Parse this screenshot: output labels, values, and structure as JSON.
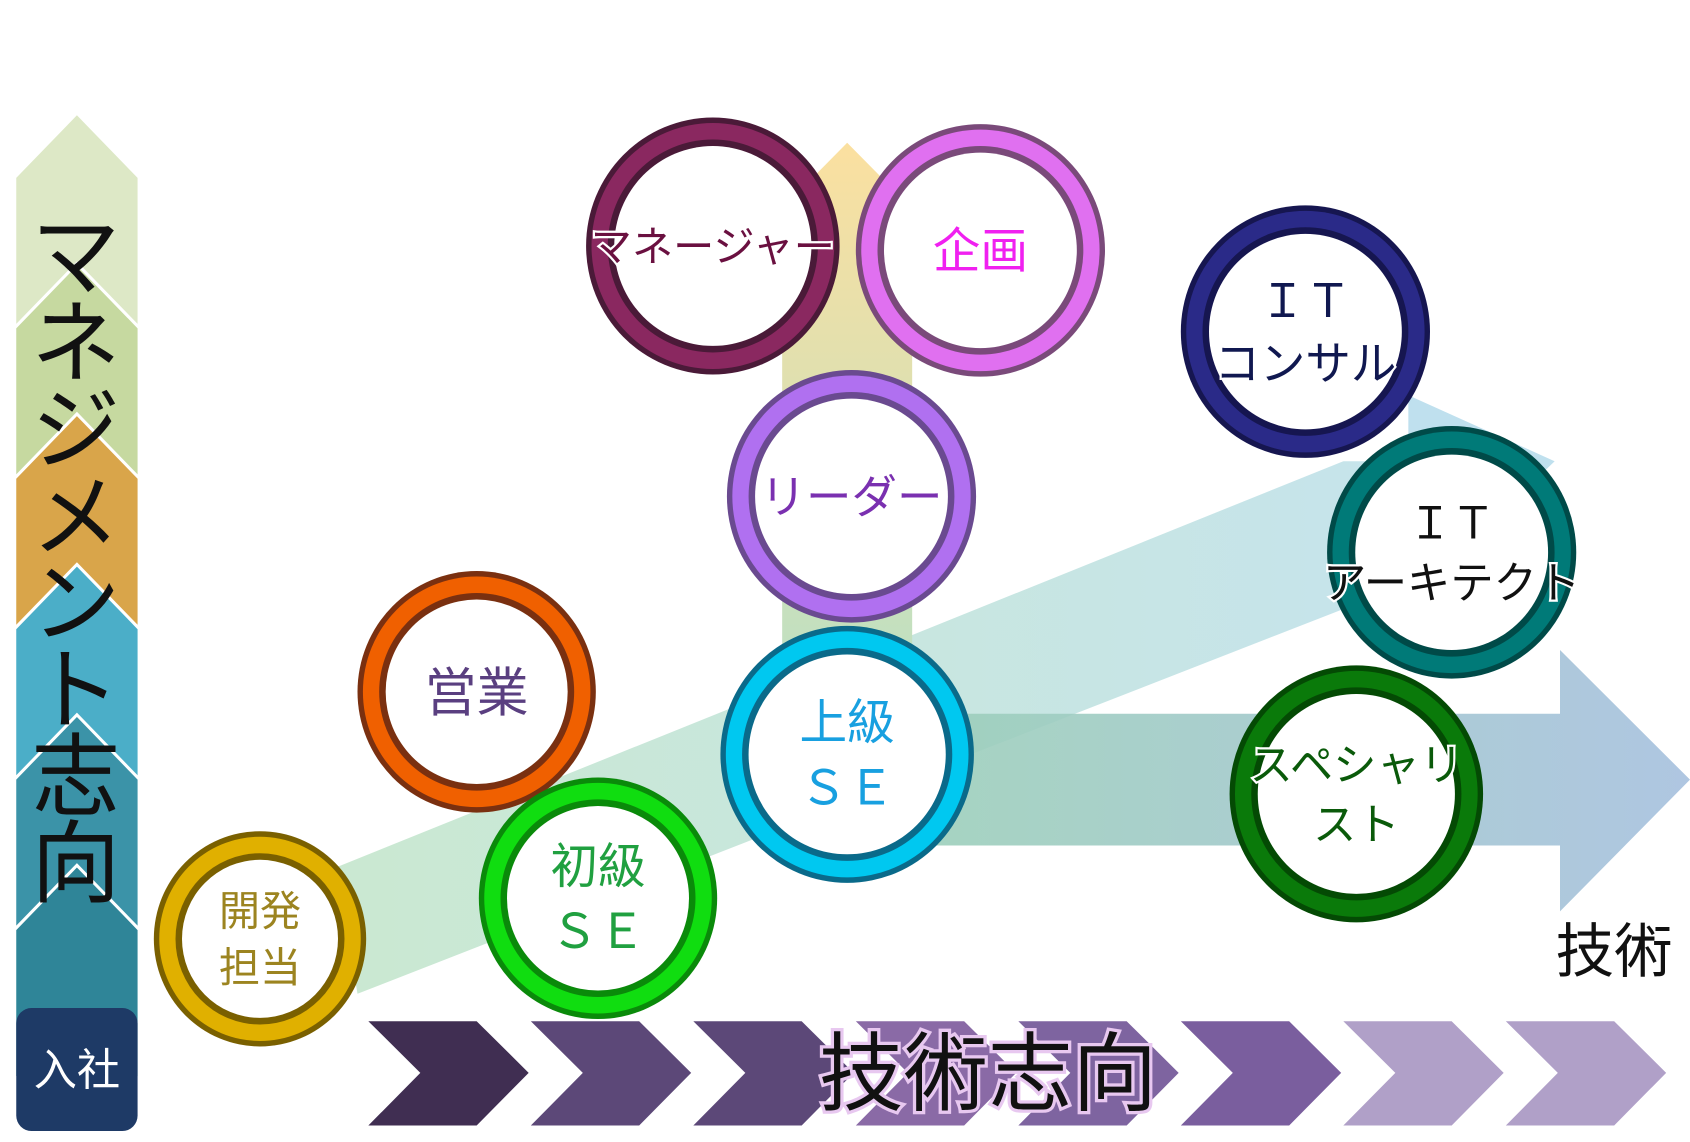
{
  "vertical_axis": {
    "label": "マネジメント志向",
    "start_label": "入社",
    "chevron_colors": [
      "#dde8c6",
      "#c6d9a0",
      "#d9a54a",
      "#4baec8",
      "#3b93a8",
      "#2f8598"
    ]
  },
  "horizontal_axis": {
    "label": "技術志向",
    "chevron_colors": [
      "#402e52",
      "#5c4878",
      "#5c4878",
      "#8a6aa6",
      "#7e64a0",
      "#7a5e9e",
      "#b0a0c8",
      "#b0a0c8"
    ]
  },
  "tech_arrow_label": "技術",
  "nodes": [
    {
      "id": "dev",
      "lines": [
        "開発",
        "担当"
      ],
      "ring": "#e0b000",
      "ring_dark": "#7a6000",
      "text_color": "#9c8420"
    },
    {
      "id": "sales",
      "lines": [
        "営業"
      ],
      "ring": "#f06000",
      "ring_dark": "#7a3010",
      "text_color": "#5a3f80"
    },
    {
      "id": "junior-se",
      "lines": [
        "初級",
        "ＳＥ"
      ],
      "ring": "#10dd10",
      "ring_dark": "#0a8a0a",
      "text_color": "#20a040"
    },
    {
      "id": "senior-se",
      "lines": [
        "上級",
        "ＳＥ"
      ],
      "ring": "#00c8f0",
      "ring_dark": "#0a6a8a",
      "text_color": "#18a0e0"
    },
    {
      "id": "leader",
      "lines": [
        "リーダー"
      ],
      "ring": "#b070f0",
      "ring_dark": "#6a4a90",
      "text_color": "#7a30b0"
    },
    {
      "id": "manager",
      "lines": [
        "マネージャー"
      ],
      "ring": "#8a2860",
      "ring_dark": "#4a1a38",
      "text_color": "#6a1040"
    },
    {
      "id": "planning",
      "lines": [
        "企画"
      ],
      "ring": "#e070f0",
      "ring_dark": "#7a4a7a",
      "text_color": "#f020f0"
    },
    {
      "id": "it-consultant",
      "lines": [
        "ＩＴ",
        "コンサル"
      ],
      "ring": "#2a2a88",
      "ring_dark": "#161650",
      "text_color": "#101850"
    },
    {
      "id": "it-architect",
      "lines": [
        "ＩＴ",
        "アーキテクト"
      ],
      "ring": "#007a78",
      "ring_dark": "#004a48",
      "text_color": "#101010"
    },
    {
      "id": "specialist",
      "lines": [
        "スペシャリ",
        "スト"
      ],
      "ring": "#0a7a0a",
      "ring_dark": "#044a04",
      "text_color": "#0a5a0a"
    }
  ]
}
